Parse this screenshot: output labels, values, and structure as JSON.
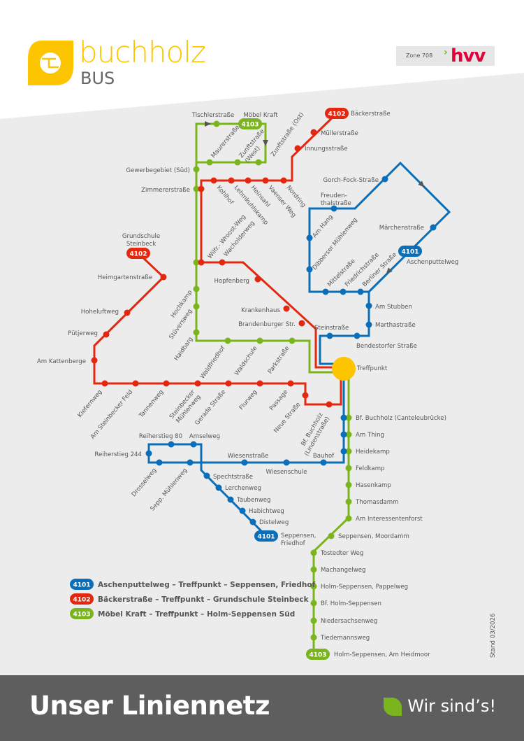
{
  "header": {
    "brand": "buchholz",
    "brand_sub": "BUS",
    "zone": "Zone 708",
    "hvv": "hvv"
  },
  "colors": {
    "l4101": "#0a6fb8",
    "l4102": "#e3280f",
    "l4103": "#7ab51d",
    "hub": "#fcc500"
  },
  "hub": {
    "name": "Treffpunkt"
  },
  "l4103": {
    "number": "4103",
    "terminal_north": "Möbel Kraft",
    "terminal_south": "Holm-Seppensen, Am Heidmoor",
    "stops": [
      "Tischlerstraße",
      "Maurerstraße",
      [
        "Zunftstraße",
        "(West)"
      ],
      "Zunftstraße (Ost)",
      "Gewerbegebiet (Süd)",
      "Zimmererstraße",
      "Wilfr.- Wroost-Weg",
      "Hochkamp",
      "Stüversweg",
      "Haidbarg",
      "Waldfriedhof",
      "Waldschule",
      "Parkstraße",
      "Bf. Buchholz (Canteleubrücke)",
      "Am Thing",
      "Heidekamp",
      "Feldkamp",
      "Hasenkamp",
      "Thomasdamm",
      "Am Interessentenforst",
      "Seppensen, Moordamm",
      "Tostedter Weg",
      "Machangelweg",
      "Holm-Seppensen, Pappelweg",
      "Bf. Holm-Seppensen",
      "Niedersachsenweg",
      "Tiedemannsweg"
    ]
  },
  "l4102": {
    "number": "4102",
    "terminal_north": "Bäckerstraße",
    "terminal_south": [
      "Grundschule",
      "Steinbeck"
    ],
    "stops": [
      "Müllerstraße",
      "Innungsstraße",
      "Nordring",
      "Vaenser Weg",
      "Heinsahl",
      "Lehmkuhlskamp",
      "Kohlhof",
      "Wacholderweg",
      "Hopfenberg",
      "Krankenhaus",
      "Brandenburger Str.",
      [
        "Bf. Buchholz",
        "(Lindenstraße)"
      ],
      "Neue Straße",
      "Passage",
      "Flurweg",
      "Gerade Straße",
      [
        "Steinbecker",
        "Mühlenweg"
      ],
      "Tannenweg",
      "Am Steinbecker Feld",
      "Kiefernweg",
      "Am Kattenberge",
      "Pütjerweg",
      "Hoheluftweg",
      "Heimgartenstraße"
    ]
  },
  "l4101": {
    "number": "4101",
    "terminal_north": "Aschenputtelweg",
    "terminal_south": [
      "Seppensen,",
      "Friedhof"
    ],
    "stops": [
      "Steinstraße",
      "Bendestorfer Straße",
      "Marthastraße",
      "Am Stubben",
      "Berliner Straße",
      "Friedrichstraße",
      "Mittelstraße",
      "Dibberser Mühlenweg",
      "Am Hang",
      [
        "Freuden-",
        "thalstraße"
      ],
      "Gorch-Fock-Straße",
      "Märchenstraße",
      "Bauhof",
      "Wiesenschule",
      "Wiesenstraße",
      "Sepp. Mühlenweg",
      "Drosselweg",
      "Reiherstieg 244",
      "Reiherstieg 80",
      "Amselweg",
      "Spechtstraße",
      "Lerchenweg",
      "Taubenweg",
      "Habichtweg",
      "Distelweg"
    ]
  },
  "legend": [
    {
      "number": "4101",
      "text": "Aschenputtelweg – Treffpunkt – Seppensen, Friedhof"
    },
    {
      "number": "4102",
      "text": "Bäckerstraße – Treffpunkt – Grundschule Steinbeck"
    },
    {
      "number": "4103",
      "text": "Möbel Kraft – Treffpunkt – Holm-Seppensen Süd"
    }
  ],
  "stand": "Stand 03/2026",
  "footer": {
    "title": "Unser Liniennetz",
    "slogan": "Wir sind’s!"
  }
}
